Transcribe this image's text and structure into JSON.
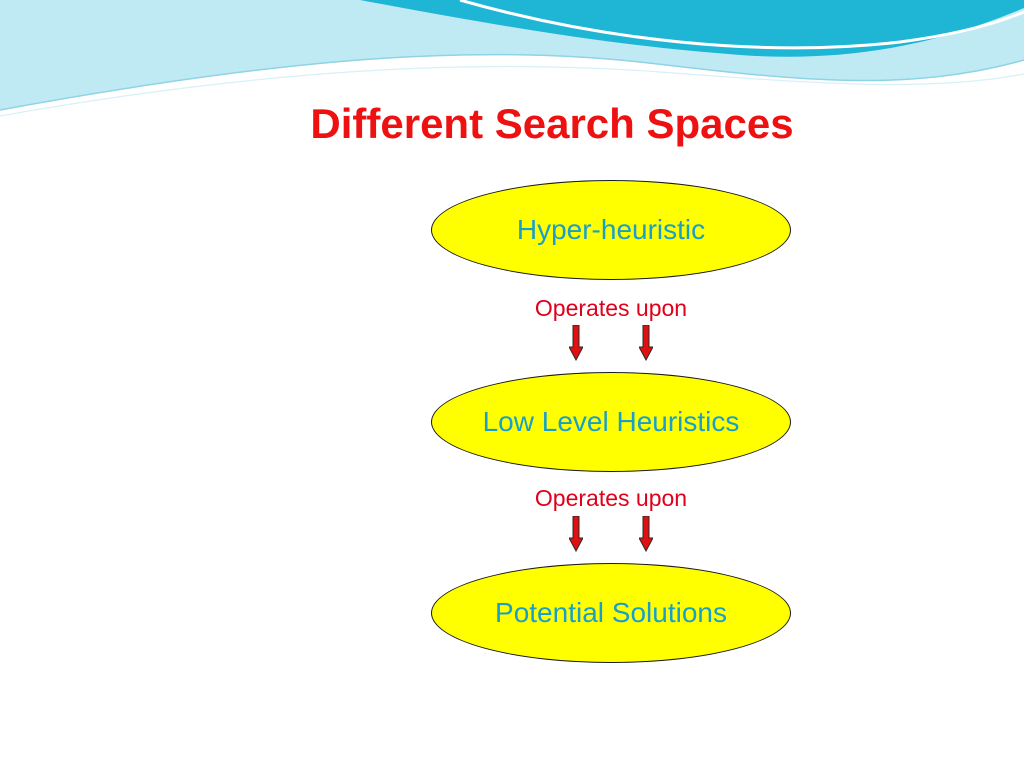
{
  "slide": {
    "title": "Different Search Spaces"
  },
  "diagram": {
    "nodes": [
      {
        "id": "hyper-heuristic",
        "label": "Hyper-heuristic"
      },
      {
        "id": "low-level-heuristics",
        "label": "Low Level Heuristics"
      },
      {
        "id": "potential-solutions",
        "label": "Potential Solutions"
      }
    ],
    "edges": [
      {
        "from": "hyper-heuristic",
        "to": "low-level-heuristics",
        "label": "Operates upon"
      },
      {
        "from": "low-level-heuristics",
        "to": "potential-solutions",
        "label": "Operates upon"
      }
    ]
  },
  "colors": {
    "title": "#ee1111",
    "node_fill": "#ffff00",
    "node_text": "#1aa0c8",
    "edge_label": "#e0001b",
    "arrow_fill": "#e01010",
    "wave_dark": "#1fb6d6",
    "wave_light": "#bfeaf4"
  }
}
